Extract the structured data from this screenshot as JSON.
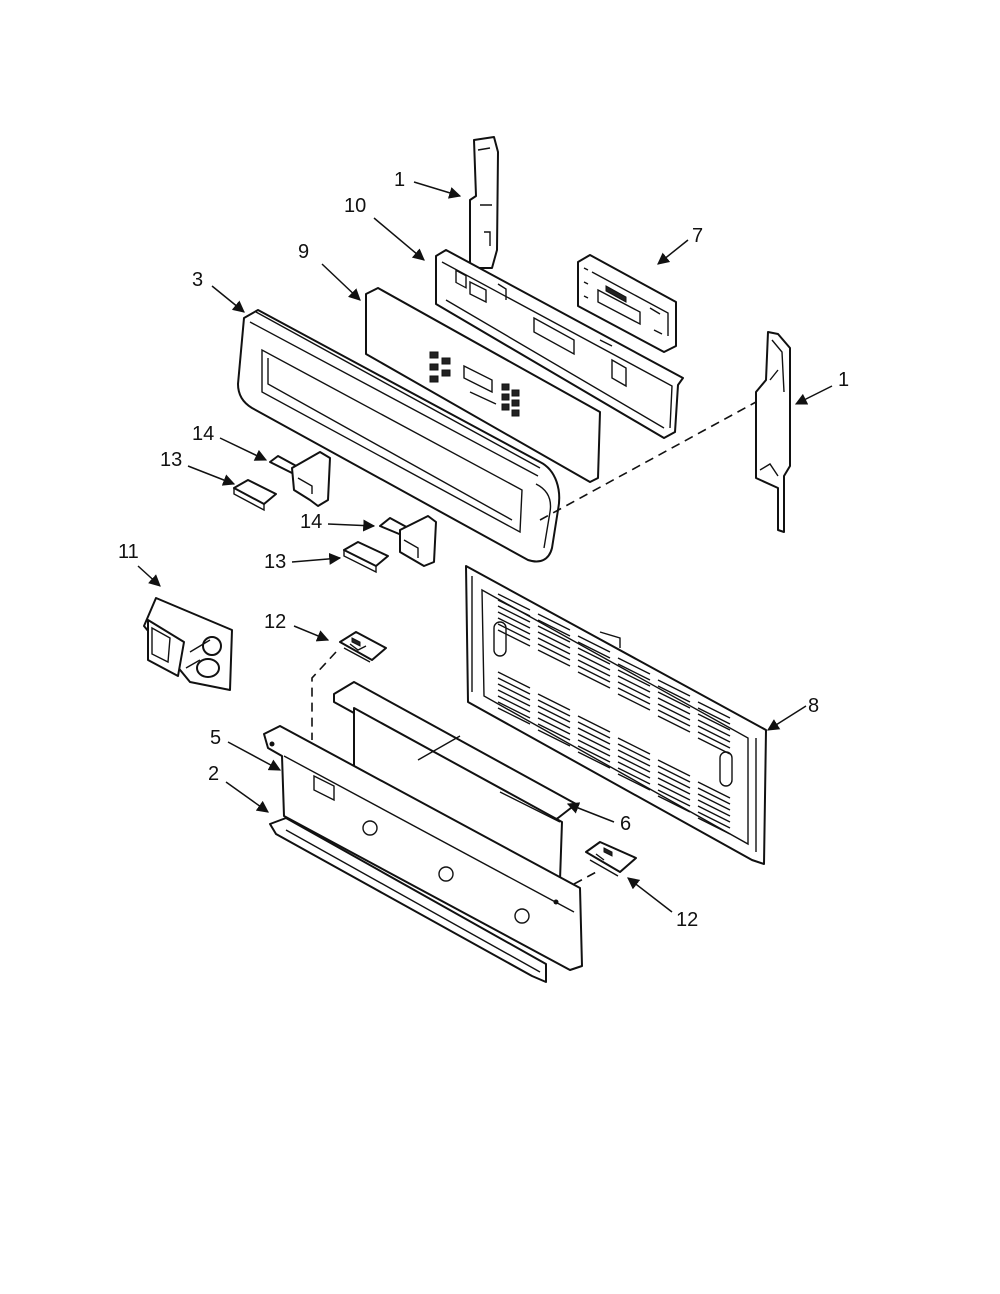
{
  "diagram": {
    "callouts": {
      "c1_top": "1",
      "c10": "10",
      "c7": "7",
      "c9": "9",
      "c3": "3",
      "c1_right": "1",
      "c14_a": "14",
      "c13_a": "13",
      "c14_b": "14",
      "c13_b": "13",
      "c11": "11",
      "c12_a": "12",
      "c8": "8",
      "c5": "5",
      "c2": "2",
      "c6": "6",
      "c12_b": "12"
    }
  }
}
